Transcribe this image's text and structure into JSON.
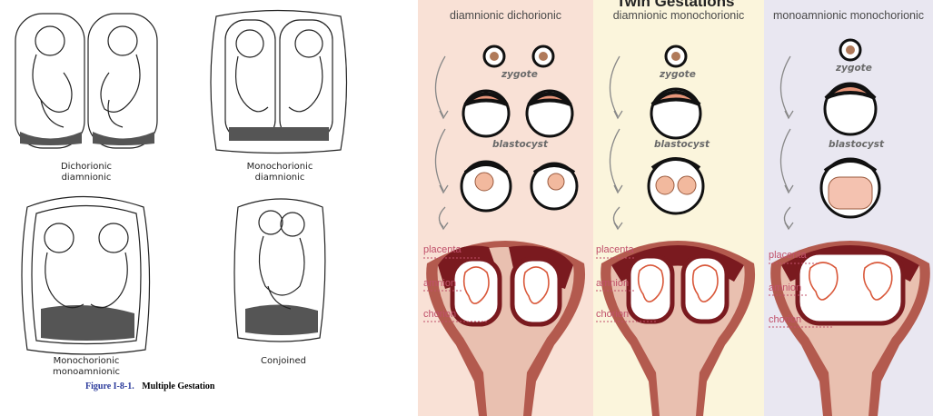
{
  "left_figure": {
    "captions": {
      "top_left": "Dichorionic diamnionic",
      "top_right": "Monochorionic diamnionic",
      "bottom_left": "Monochorionic monoamnionic",
      "bottom_right": "Conjoined"
    },
    "figure_number": "Figure I-8-1.",
    "figure_title": "Multiple Gestation"
  },
  "right_figure": {
    "title": "Twin Gestations",
    "columns": [
      {
        "title": "diamnionic dichorionic"
      },
      {
        "title": "diamnionic monochorionic"
      },
      {
        "title": "monoamnionic monochorionic"
      }
    ],
    "stages": {
      "zygote": "zygote",
      "blastocyst": "blastocyst"
    },
    "parts": {
      "placenta": "placenta",
      "amnion": "amnion",
      "chorion": "chorion"
    },
    "colors": {
      "col1_bg": "#f9e1d6",
      "col2_bg": "#fbf5dc",
      "col3_bg": "#e9e7f1",
      "placenta": "#7a1a1f",
      "label": "#c0506a"
    }
  }
}
